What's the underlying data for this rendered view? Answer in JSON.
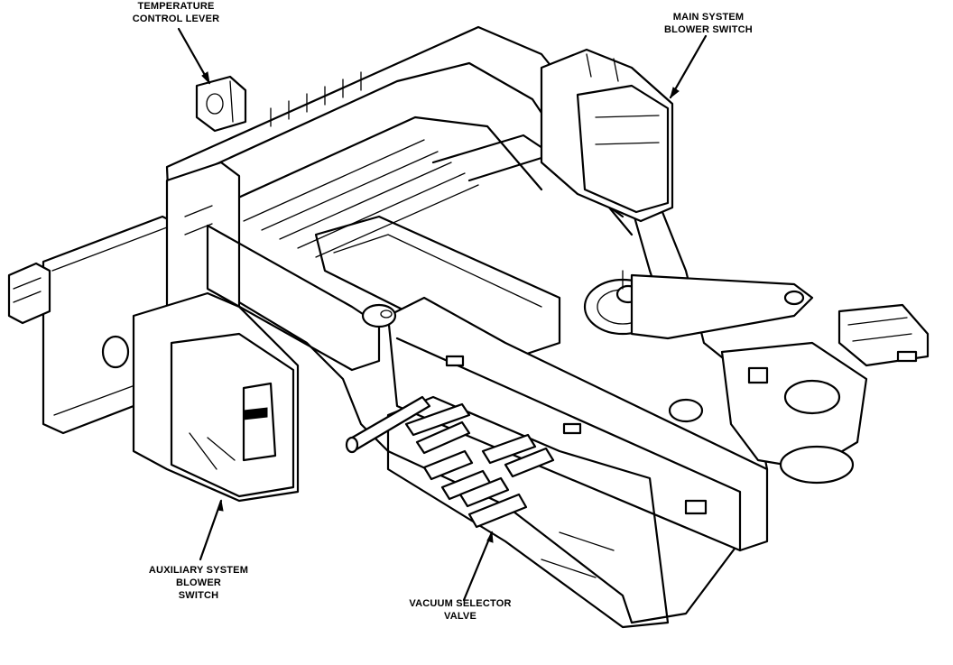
{
  "labels": {
    "temperature_control_lever": [
      "TEMPERATURE",
      "CONTROL LEVER"
    ],
    "main_system_blower_switch": [
      "MAIN SYSTEM",
      "BLOWER SWITCH"
    ],
    "auxiliary_system_blower_switch": [
      "AUXILIARY SYSTEM",
      "BLOWER",
      "SWITCH"
    ],
    "vacuum_selector_valve": [
      "VACUUM SELECTOR",
      "VALVE"
    ]
  }
}
